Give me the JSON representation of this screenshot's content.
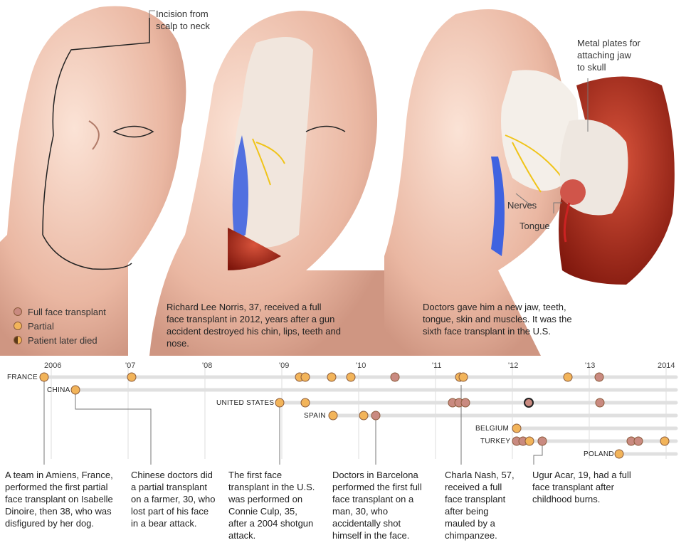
{
  "illustration": {
    "incision_label": "Incision from scalp to neck",
    "plates_label": "Metal plates for attaching jaw to skull",
    "nerves_label": "Nerves",
    "tongue_label": "Tongue",
    "norris_text": "Richard Lee Norris, 37, received a full face transplant in 2012, years after a gun accident destroyed his chin, lips, teeth and nose.",
    "doctors_text": "Doctors gave him a new jaw, teeth, tongue, skin and muscles. It was the sixth face transplant in the U.S."
  },
  "legend": {
    "full": "Full face transplant",
    "partial": "Partial",
    "died": "Patient later died"
  },
  "colors": {
    "full": "#c98a80",
    "partial": "#f2b45a",
    "line": "#e0e0e0",
    "skin": "#f3cdbb",
    "tissue": "#a52a1a"
  },
  "timeline": {
    "years": [
      "2006",
      "'07",
      "'08",
      "'09",
      "'10",
      "'11",
      "'12",
      "'13",
      "2014"
    ],
    "countries": [
      {
        "name": "FRANCE"
      },
      {
        "name": "CHINA"
      },
      {
        "name": "UNITED STATES"
      },
      {
        "name": "SPAIN"
      },
      {
        "name": "BELGIUM"
      },
      {
        "name": "TURKEY"
      },
      {
        "name": "POLAND"
      }
    ]
  },
  "captions": [
    "A team in Amiens, France, performed the first partial face transplant on Isabelle Dinoire, then 38, who was disfigured by her dog.",
    "Chinese doctors did a partial transplant on a farmer, 30, who lost part of his face in a bear attack.",
    "The first face transplant in the U.S. was performed on Connie Culp, 35, after a 2004 shotgun attack.",
    "Doctors in Barcelona performed the first full face transplant on a man, 30, who accidentally shot himself in the face.",
    "Charla Nash, 57, received a full face transplant after being mauled by a chimpanzee.",
    "Ugur Acar, 19, had a full face transplant after childhood burns."
  ]
}
